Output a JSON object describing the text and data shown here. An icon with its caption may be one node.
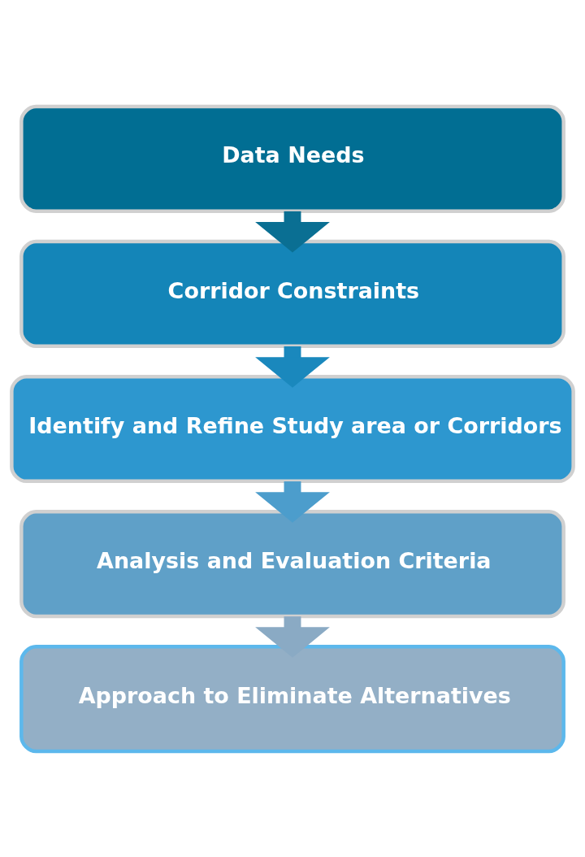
{
  "diagram": {
    "nodes": [
      {
        "text": [
          "Data Needs"
        ]
      },
      {
        "text": [
          "Corridor Constraints"
        ]
      },
      {
        "text": [
          "Identify and Refine Study area or Corridors"
        ]
      },
      {
        "text": [
          "Analysis and Evaluation Criteria"
        ]
      },
      {
        "text": [
          "Approach to Eliminate Alternatives"
        ]
      }
    ],
    "edges": [
      {
        "from": 0,
        "to": 1,
        "arrow": "to",
        "color": "#0a6f93"
      },
      {
        "from": 1,
        "to": 2,
        "arrow": "to",
        "color": "#1a88bd"
      },
      {
        "from": 2,
        "to": 3,
        "arrow": "to",
        "color": "#4c9dcc"
      },
      {
        "from": 3,
        "to": 4,
        "arrow": "to",
        "color": "#8aaac4"
      }
    ]
  }
}
